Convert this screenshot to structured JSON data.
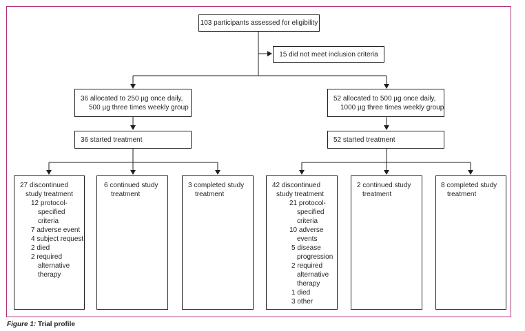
{
  "flow": {
    "assessed": "103 participants assessed for eligibility",
    "excluded": "15 did not meet inclusion criteria",
    "left_allocation": [
      "36 allocated to 250 µg once daily,",
      "500 µg three times weekly group"
    ],
    "right_allocation": [
      "52 allocated to 500 µg once daily,",
      "1000 µg three times weekly group"
    ],
    "left_started": "36 started treatment",
    "right_started": "52 started treatment",
    "left_discontinued": [
      "27 discontinued",
      "study treatment",
      "12 protocol-",
      "specified",
      "criteria",
      "7 adverse event",
      "4 subject request",
      "2 died",
      "2 required",
      "alternative",
      "therapy"
    ],
    "left_continued": [
      "6 continued study",
      "treatment"
    ],
    "left_completed": [
      "3 completed study",
      "treatment"
    ],
    "right_discontinued": [
      "42 discontinued",
      "study treatment",
      "21 protocol-",
      "specified",
      "criteria",
      "10 adverse",
      "events",
      "5 disease",
      "progression",
      "2 required",
      "alternative",
      "therapy",
      "1 died",
      "3 other"
    ],
    "right_continued": [
      "2 continued study",
      "treatment"
    ],
    "right_completed": [
      "8 completed study",
      "treatment"
    ]
  },
  "caption": {
    "label": "Figure 1:",
    "text": "Trial profile"
  },
  "colors": {
    "frame": "#b0307a",
    "ink": "#231f20"
  }
}
